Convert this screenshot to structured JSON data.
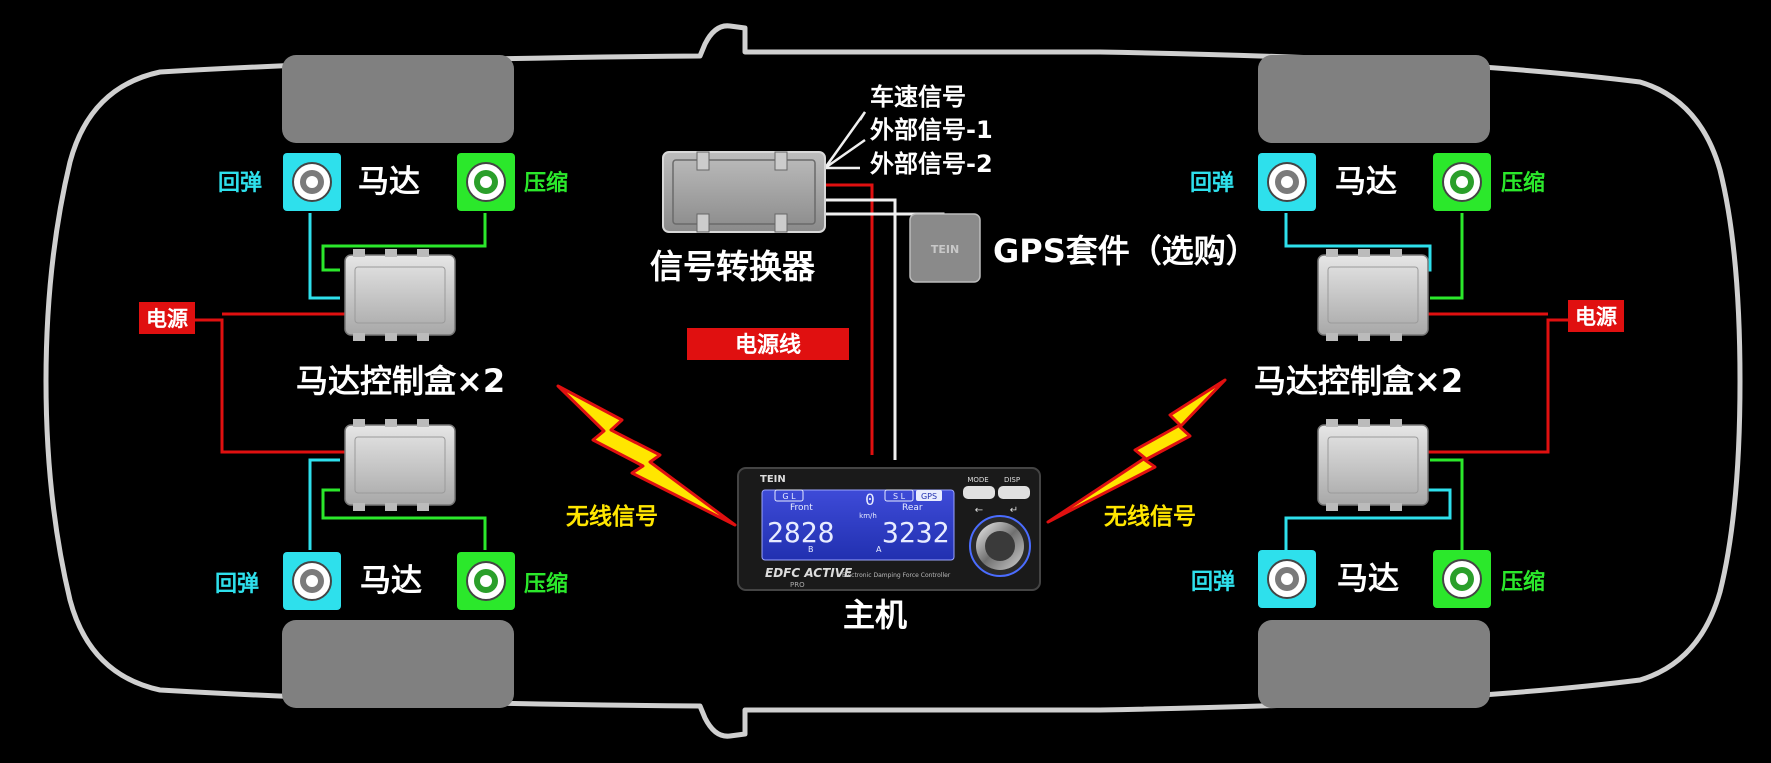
{
  "colors": {
    "background": "#000000",
    "body_outline": "#d0d0d0",
    "tire": "#808080",
    "rebound": "#2ee0ec",
    "compression": "#2be82b",
    "power": "#e01010",
    "signal_wire": "#f0f0f0",
    "wireless": "#ffe600",
    "label_white": "#ffffff"
  },
  "labels": {
    "rebound": "回弹",
    "motor": "马达",
    "compression": "压缩",
    "power": "电源",
    "motor_controller": "马达控制盒×2",
    "wireless": "无线信号",
    "converter": "信号转换器",
    "power_line": "电源线",
    "gps": "GPS套件（选购）",
    "main_unit": "主机"
  },
  "signals": [
    "车速信号",
    "外部信号-1",
    "外部信号-2"
  ],
  "icons": {
    "wireless": "lightning-bolt-icon",
    "motor": "motor-dial-icon",
    "knob": "rotary-knob-icon"
  },
  "controller": {
    "brand": "TEIN",
    "front_label": "Front",
    "rear_label": "Rear",
    "front_value": "2828",
    "rear_value": "3232",
    "speed_value": "0",
    "speed_unit": "km/h",
    "left_tag_a": "B",
    "left_tag_b": "A",
    "badge_g_l": "G L",
    "badge_s_l": "S L",
    "badge_gps": "GPS",
    "mode_label": "MODE",
    "disp_label": "DISP",
    "model": "EDFC ACTIVE",
    "model_sub": "PRO",
    "tagline": "Electronic Damping Force Controller"
  },
  "gps_brand": "TEIN"
}
